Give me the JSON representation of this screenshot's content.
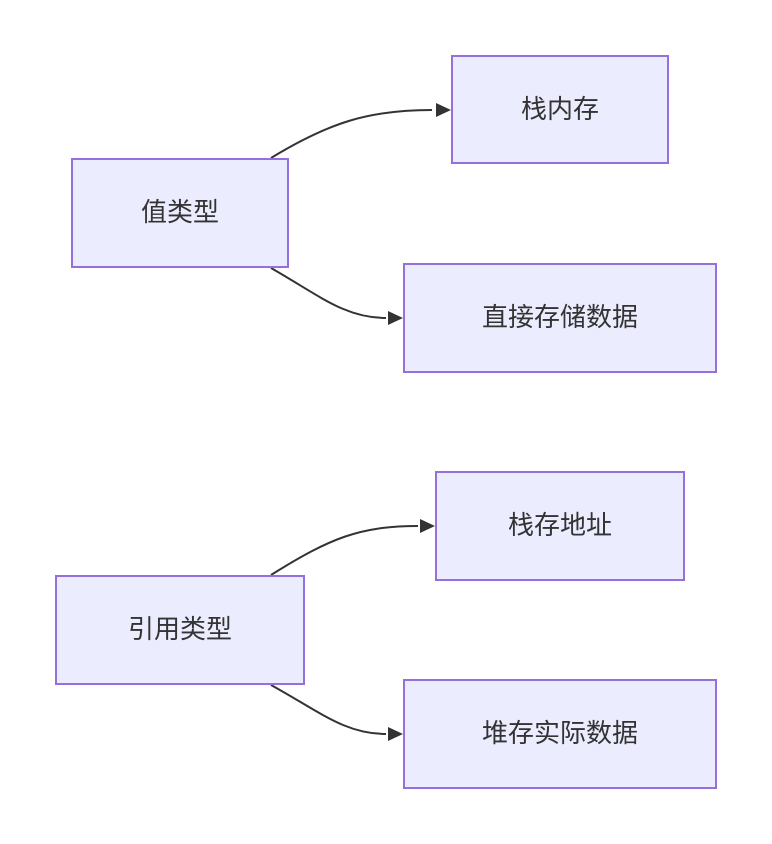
{
  "diagram": {
    "groups": [
      {
        "root": {
          "label": "值类型"
        },
        "children": [
          {
            "label": "栈内存"
          },
          {
            "label": "直接存储数据"
          }
        ]
      },
      {
        "root": {
          "label": "引用类型"
        },
        "children": [
          {
            "label": "栈存地址"
          },
          {
            "label": "堆存实际数据"
          }
        ]
      }
    ],
    "colors": {
      "node_fill": "#ececff",
      "node_border": "#9370db",
      "text": "#333333",
      "edge": "#333333"
    }
  }
}
